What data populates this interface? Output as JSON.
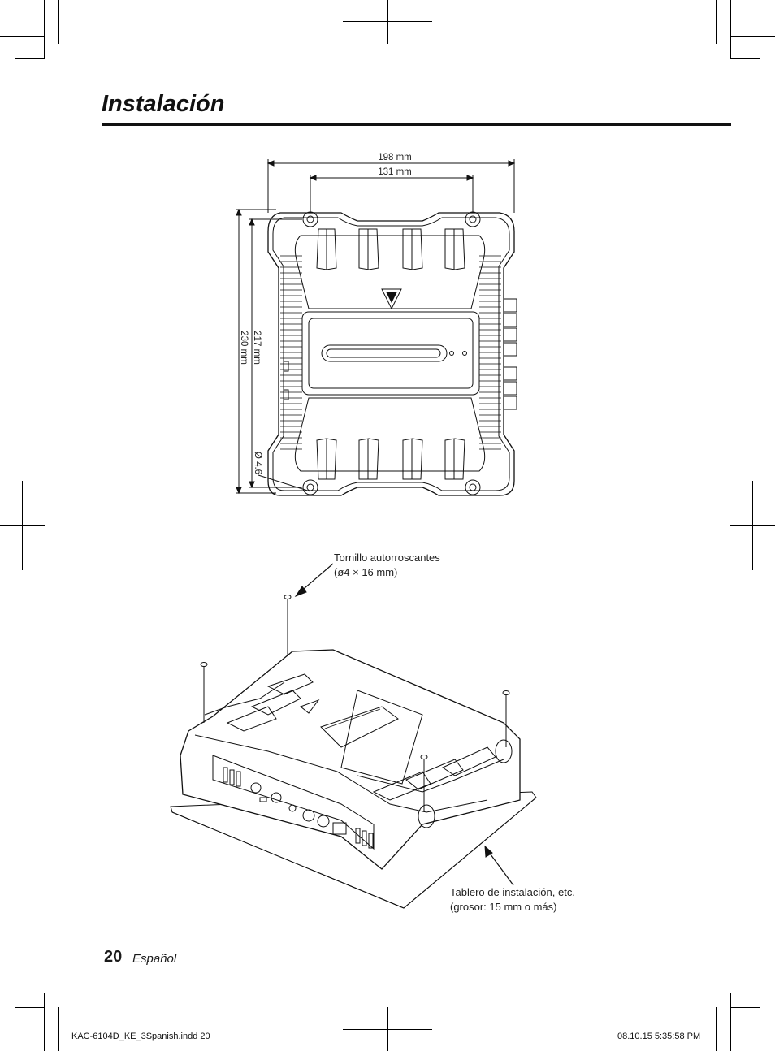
{
  "page": {
    "title": "Instalación",
    "page_number": "20",
    "language": "Español"
  },
  "top_view": {
    "dim_outer_width": "198 mm",
    "dim_inner_width": "131 mm",
    "dim_outer_height": "230 mm",
    "dim_inner_height": "217 mm",
    "hole_diameter": "Ø 4.6"
  },
  "callouts": {
    "screw_line1": "Tornillo autorroscantes",
    "screw_line2": "(ø4 × 16 mm)",
    "board_line1": "Tablero de instalación, etc.",
    "board_line2": "(grosor: 15 mm o más)"
  },
  "slug": {
    "file": "KAC-6104D_KE_3Spanish.indd   20",
    "timestamp": "08.10.15   5:35:58 PM"
  }
}
